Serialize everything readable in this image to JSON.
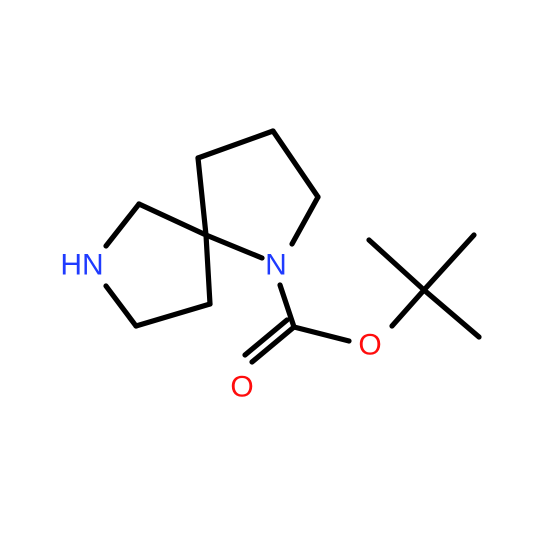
{
  "atoms": {
    "nh": {
      "text": "HN",
      "color": "#1f3bff"
    },
    "n": {
      "text": "N",
      "color": "#1f3bff"
    },
    "o_ester": {
      "text": "O",
      "color": "#ff0d0d"
    },
    "o_carbonyl": {
      "text": "O",
      "color": "#ff0d0d"
    }
  },
  "colors": {
    "bond": "#000000",
    "background": "#ffffff"
  }
}
